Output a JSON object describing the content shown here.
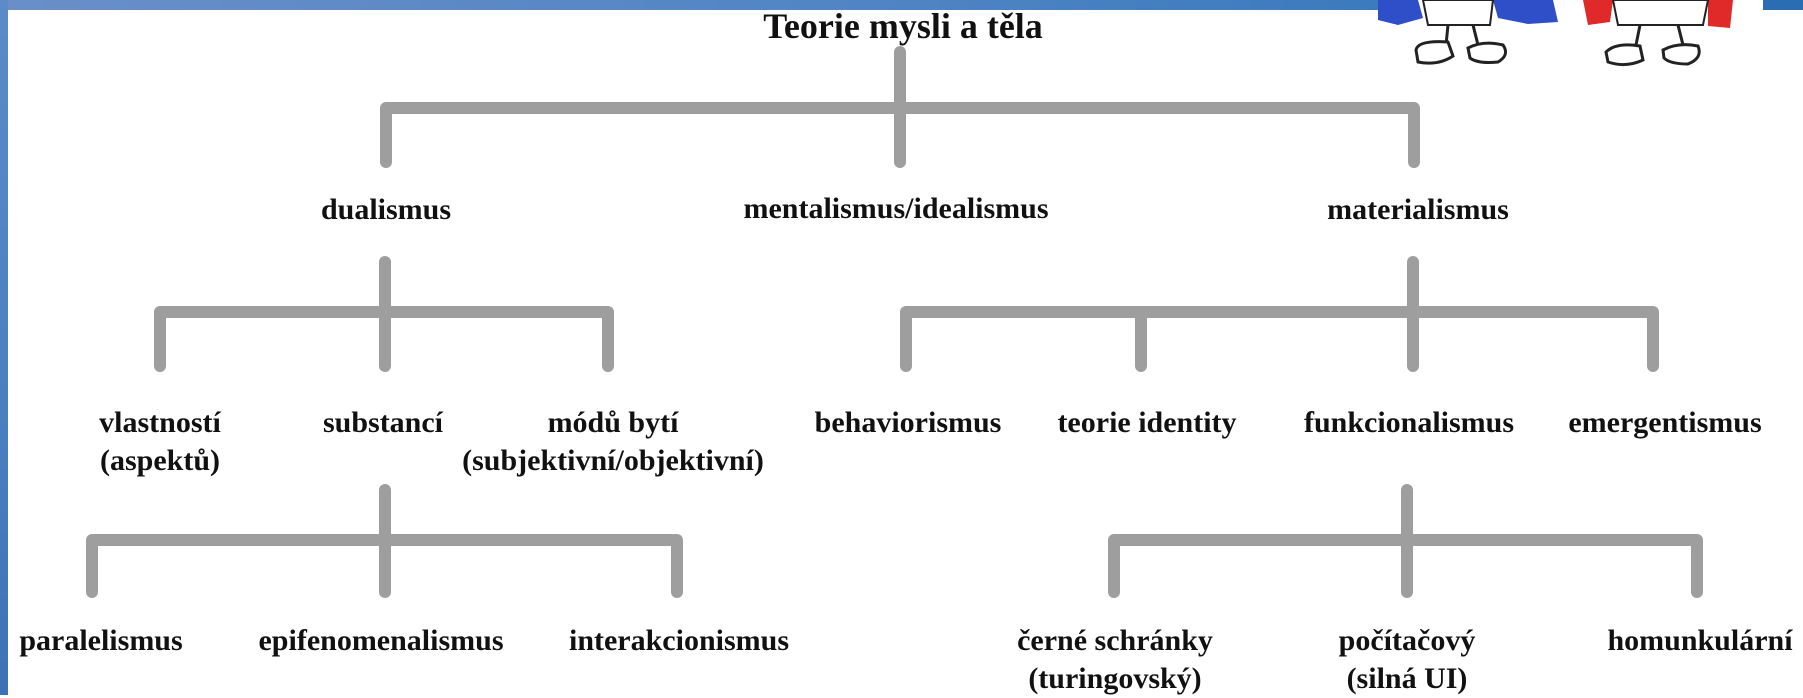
{
  "title": "Teorie mysli a těla",
  "level1": {
    "dualism": "dualismus",
    "mentalism": "mentalismus/idealismus",
    "materialism": "materialismus"
  },
  "dualism_children": {
    "properties": [
      "vlastností",
      "(aspektů)"
    ],
    "substances": "substancí",
    "modes": [
      "módů bytí",
      "(subjektivní/objektivní)"
    ]
  },
  "materialism_children": {
    "behaviorism": "behaviorismus",
    "identity": "teorie identity",
    "functionalism": "funkcionalismus",
    "emergentism": "emergentismus"
  },
  "substance_children": {
    "parallelism": "paralelismus",
    "epiphenomenalism": "epifenomenalismus",
    "interactionism": "interakcionismus"
  },
  "functionalism_children": {
    "black_box": [
      "černé schránky",
      "(turingovský)"
    ],
    "computer": [
      "počítačový",
      "(silná UI)"
    ],
    "homuncular": "homunkulární"
  },
  "colors": {
    "connector": "#9e9e9e",
    "text": "#111111",
    "band": "#4f84c4",
    "mascot_blue": "#2f4fc9",
    "mascot_red": "#e02a2a"
  }
}
